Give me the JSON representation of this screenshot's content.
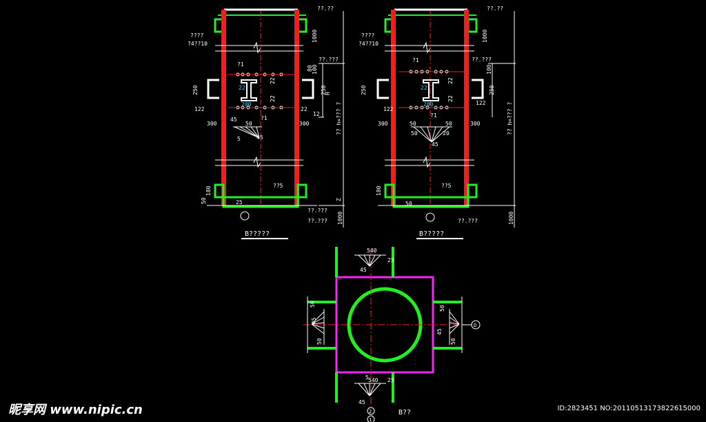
{
  "colors": {
    "background": "#000000",
    "column": "#ff1a1a",
    "plate": "#22ee22",
    "frame": "#ff22ff",
    "dim": "#ffffff",
    "accent": "#3fd2ff"
  },
  "footer": {
    "watermark": "昵享网 www.nipic.cn",
    "image_info": "ID:2823451 NO:20110513173822615000"
  },
  "view_left": {
    "title": "B?????",
    "top_level": "??.??",
    "node_tag_1": "????",
    "node_tag_2": "?4??10",
    "row_level": "??.???",
    "dim_1000": "1000",
    "dim_100": "100",
    "dim_h": "H",
    "dim_80": "80",
    "dim_250": "250",
    "dim_22": "22",
    "dim_z": "Z",
    "dim_200": "200",
    "dim_12": "12",
    "dim_122": "122",
    "dim_300": "300",
    "dim_45": "45",
    "dim_5": "5",
    "dim_50": "50",
    "dim_25": "25",
    "leader_91": "?1",
    "span_label": "?? h=??? ?",
    "bottom_note": "??5",
    "bottom_level_1": "??.???",
    "bottom_level_2": "??.???",
    "dim_180": "180"
  },
  "view_right": {
    "title": "B?????",
    "top_level": "??.??",
    "node_tag_1": "????",
    "node_tag_2": "?4??10",
    "row_level": "??.???",
    "dim_1000": "1000",
    "dim_100": "100",
    "dim_250": "250",
    "dim_22": "22",
    "dim_200": "200",
    "dim_122": "122",
    "dim_300": "300",
    "dim_45": "45",
    "dim_50": "50",
    "dim_20": "20",
    "leader_91": "?1",
    "span_label": "?? h=??? ?",
    "bottom_note": "??5",
    "bottom_level_1": "??.???",
    "dim_180": "180"
  },
  "plan_view": {
    "title": "B??",
    "dim_540": "540",
    "dim_25": "25",
    "dim_45": "45",
    "dim_50": "50",
    "dim_5": "5",
    "axis_d": "D",
    "axis_2": "2",
    "axis_1": "1"
  }
}
